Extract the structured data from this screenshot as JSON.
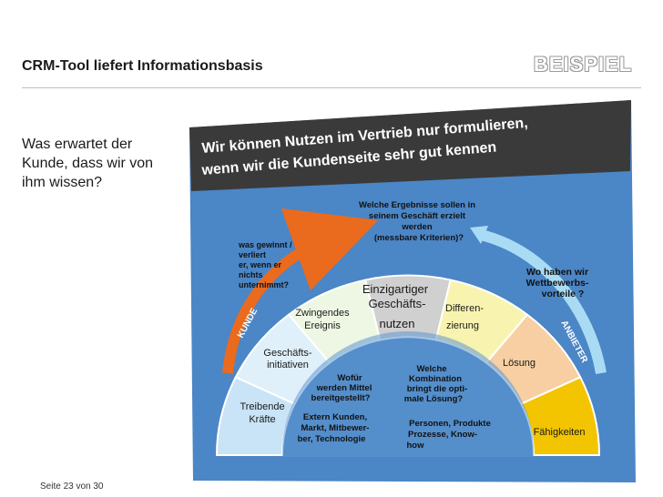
{
  "header": {
    "title": "CRM-Tool liefert Informationsbasis",
    "badge": "BEISPIEL"
  },
  "left": {
    "question_lines": [
      "Was erwartet der",
      "Kunde, dass wir von",
      "ihm wissen?"
    ]
  },
  "banner": {
    "line1": "Wir können Nutzen im Vertrieb nur formulieren,",
    "line2": "wenn wir die Kundenseite sehr gut kennen"
  },
  "diagram": {
    "top_question": [
      "Welche Ergebnisse sollen in",
      "seinem Geschäft erzielt",
      "werden",
      "(messbare Kriterien)?"
    ],
    "left_question": [
      "was gewinnt /",
      "verliert",
      "er, wenn er",
      "nichts",
      "unternimmt?"
    ],
    "right_question": [
      "Wo haben wir",
      "Wettbewerbs-",
      "vorteile ?"
    ],
    "arrow_left": "KUNDE",
    "arrow_right": "ANBIETER",
    "segments": [
      {
        "lines": [
          "Treibende",
          "Kräfte"
        ],
        "color": "#c8e4f6"
      },
      {
        "lines": [
          "Geschäfts-",
          "initiativen"
        ],
        "color": "#dff0fa"
      },
      {
        "lines": [
          "Zwingendes",
          "Ereignis"
        ],
        "color": "#eef7e4"
      },
      {
        "lines": [
          "Einzigartiger",
          "Geschäfts-",
          "nutzen"
        ],
        "color": "#d0d0d0"
      },
      {
        "lines": [
          "Differen-",
          "zierung"
        ],
        "color": "#f8f4b0"
      },
      {
        "lines": [
          "Lösung"
        ],
        "color": "#f7cfa2"
      },
      {
        "lines": [
          "Fähigkeiten"
        ],
        "color": "#f3c400"
      }
    ],
    "inner_left_top": [
      "Wofür",
      "werden Mittel",
      "bereitgestellt?"
    ],
    "inner_right_top": [
      "Welche",
      "Kombination",
      "bringt die opti-",
      "male Lösung?"
    ],
    "inner_left_bottom": [
      "Extern  Kunden,",
      "Markt, Mitbewer-",
      "ber, Technologie"
    ],
    "inner_right_bottom": [
      "Personen, Produkte",
      "Prozesse, Know-",
      "how"
    ]
  },
  "footer": {
    "page": "Seite  23 von 30"
  },
  "colors": {
    "panel_bg": "#4b86c6",
    "banner_bg": "#3c3c3c",
    "arrow_left": "#ea6a1e",
    "arrow_right": "#a9dcf4"
  }
}
